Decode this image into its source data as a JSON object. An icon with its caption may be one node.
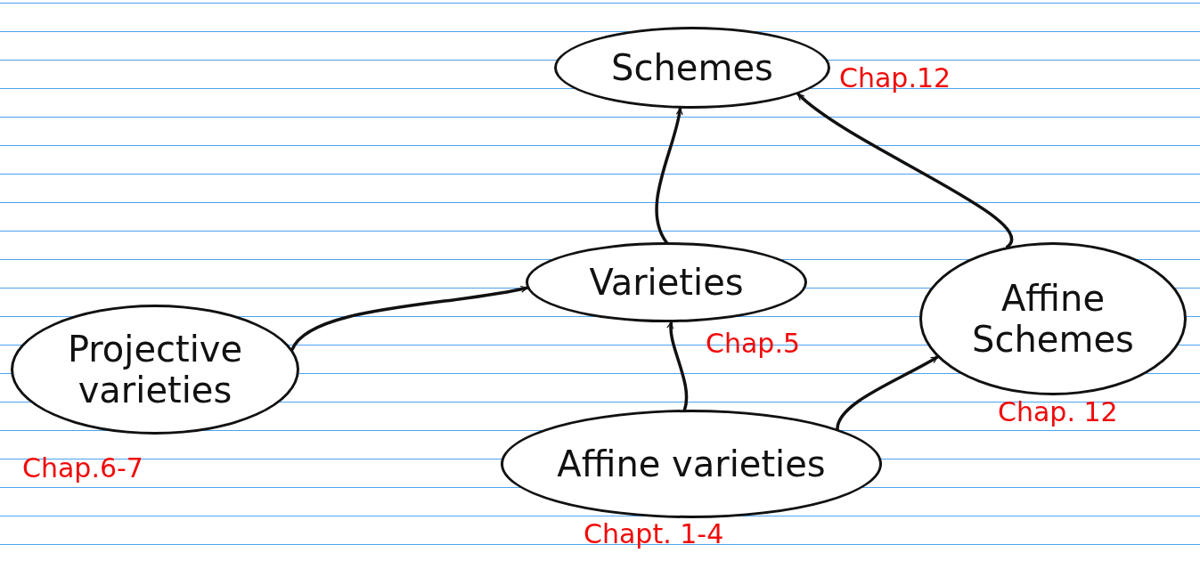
{
  "diagram": {
    "nodes": [
      {
        "text": [
          "Schemes"
        ],
        "beside": [
          "Chap.12"
        ]
      },
      {
        "text": [
          "Varieties"
        ],
        "beside": [
          "Chap.5"
        ]
      },
      {
        "text": [
          "Projective varieties"
        ],
        "beside": [
          "Chap.6-7"
        ]
      },
      {
        "text": [
          "Affine varieties"
        ],
        "beside": [
          "Chapt. 1-4"
        ]
      },
      {
        "text": [
          "Affine Schemes"
        ],
        "beside": [
          "Chap. 12"
        ]
      }
    ],
    "edges": [
      {
        "from": 1,
        "to": 0,
        "arrow": "to"
      },
      {
        "from": 4,
        "to": 0,
        "arrow": "to"
      },
      {
        "from": 2,
        "to": 1,
        "arrow": "to"
      },
      {
        "from": 3,
        "to": 1,
        "arrow": "to"
      },
      {
        "from": 3,
        "to": 4,
        "arrow": "to"
      }
    ]
  }
}
